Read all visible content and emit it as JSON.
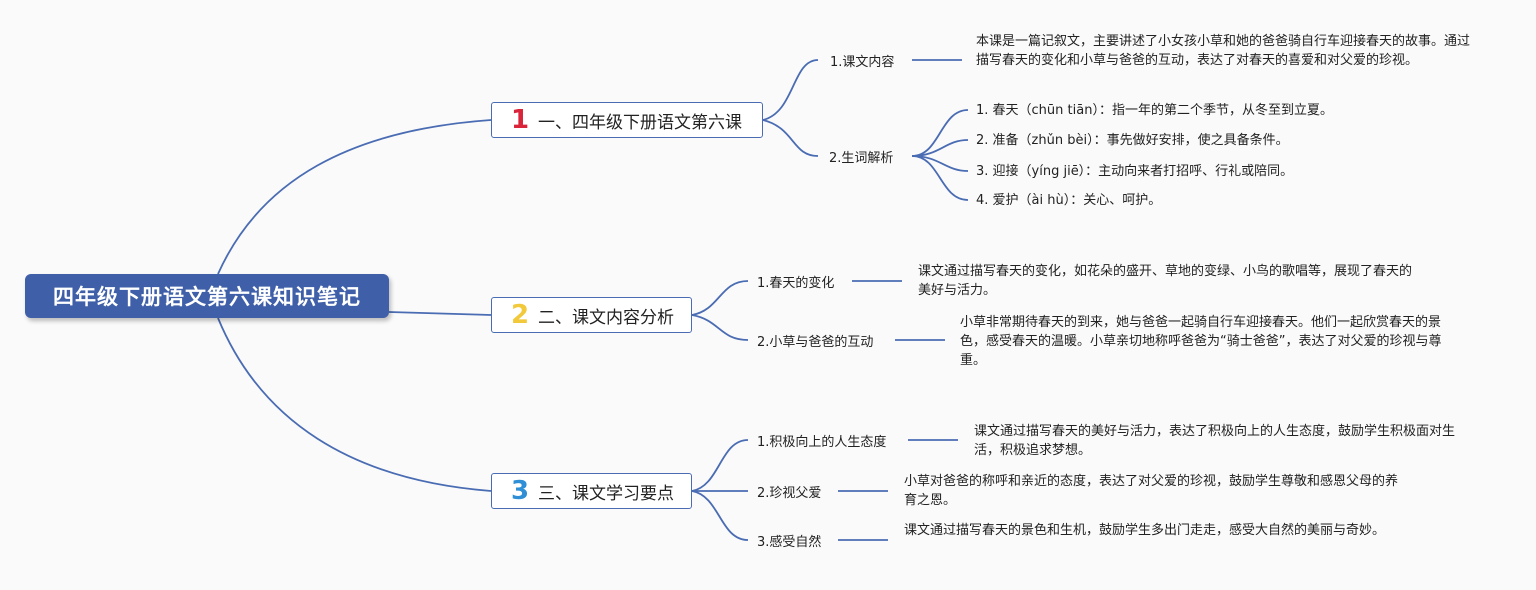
{
  "root": {
    "title": "四年级下册语文第六课知识笔记"
  },
  "colors": {
    "root_bg": "#3f5fa8",
    "line": "#4a6cb3",
    "num1": "#d9243a",
    "num2": "#f1c93b",
    "num3": "#2f8fd6"
  },
  "branches": [
    {
      "num": "1",
      "label": "一、四年级下册语文第六课",
      "subs": [
        {
          "label": "1.课文内容",
          "text": "本课是一篇记叙文，主要讲述了小女孩小草和她的爸爸骑自行车迎接春天的故事。通过描写春天的变化和小草与爸爸的互动，表达了对春天的喜爱和对父爱的珍视。"
        },
        {
          "label": "2.生词解析",
          "items": [
            "1. 春天（chūn tiān）：指一年的第二个季节，从冬至到立夏。",
            "2. 准备（zhǔn bèi）：事先做好安排，使之具备条件。",
            "3. 迎接（yíng jiē）：主动向来者打招呼、行礼或陪同。",
            "4. 爱护（ài hù）：关心、呵护。"
          ]
        }
      ]
    },
    {
      "num": "2",
      "label": "二、课文内容分析",
      "subs": [
        {
          "label": "1.春天的变化",
          "text": "课文通过描写春天的变化，如花朵的盛开、草地的变绿、小鸟的歌唱等，展现了春天的美好与活力。"
        },
        {
          "label": "2.小草与爸爸的互动",
          "text": "小草非常期待春天的到来，她与爸爸一起骑自行车迎接春天。他们一起欣赏春天的景色，感受春天的温暖。小草亲切地称呼爸爸为“骑士爸爸”，表达了对父爱的珍视与尊重。"
        }
      ]
    },
    {
      "num": "3",
      "label": "三、课文学习要点",
      "subs": [
        {
          "label": "1.积极向上的人生态度",
          "text": "课文通过描写春天的美好与活力，表达了积极向上的人生态度，鼓励学生积极面对生活，积极追求梦想。"
        },
        {
          "label": "2.珍视父爱",
          "text": "小草对爸爸的称呼和亲近的态度，表达了对父爱的珍视，鼓励学生尊敬和感恩父母的养育之恩。"
        },
        {
          "label": "3.感受自然",
          "text": "课文通过描写春天的景色和生机，鼓励学生多出门走走，感受大自然的美丽与奇妙。"
        }
      ]
    }
  ]
}
